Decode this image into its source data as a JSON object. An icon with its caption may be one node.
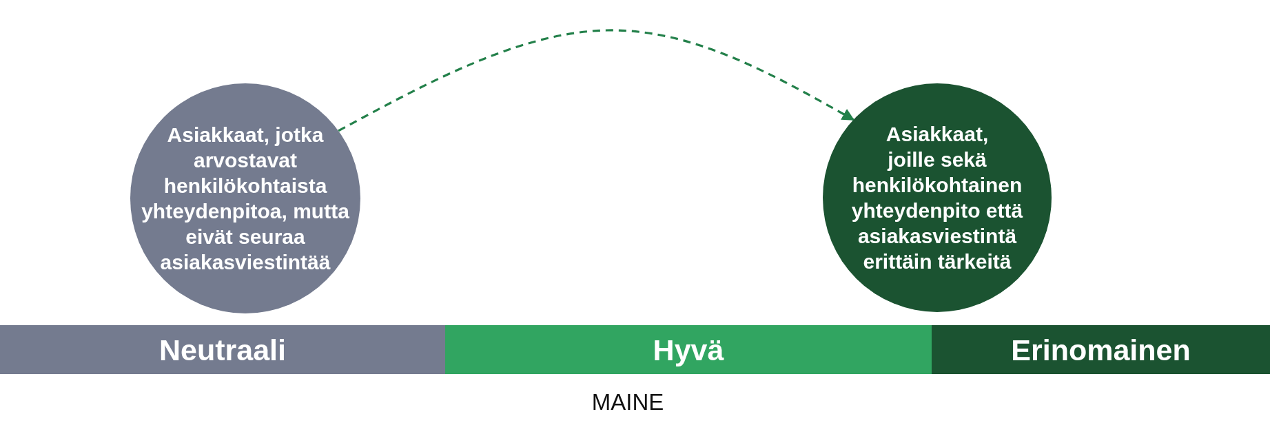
{
  "diagram": {
    "nodes": [
      {
        "text": [
          "Asiakkaat, jotka arvostavat henkilökohtaista yhteydenpitoa, mutta eivät seuraa asiakasviestintää"
        ]
      },
      {
        "text": [
          "Asiakkaat, joille sekä henkilökohtainen yhteydenpito että asiakasviestintä erittäin tärkeitä"
        ]
      },
      {
        "text": [
          "Neutraali"
        ]
      },
      {
        "text": [
          "Hyvä"
        ]
      },
      {
        "text": [
          "Erinomainen"
        ]
      }
    ],
    "edges": [
      {
        "from": 0,
        "to": 1,
        "arrow": "to",
        "style": "dashed",
        "color": "#23804a"
      }
    ],
    "labels": [
      "MAINE"
    ]
  }
}
